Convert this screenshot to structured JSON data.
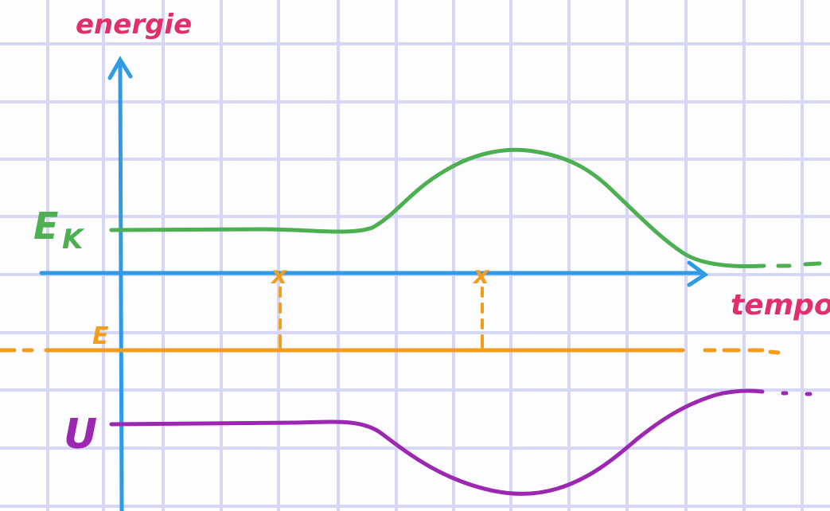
{
  "labels": {
    "y_axis": "energie",
    "x_axis": "tempo",
    "kinetic": "E",
    "kinetic_sub": "K",
    "total": "E",
    "potential": "U"
  },
  "colors": {
    "grid": "#d6d6f5",
    "axis": "#2f9ae6",
    "kinetic": "#4caf50",
    "total": "#f39c1e",
    "potential": "#9c27b0",
    "label": "#e0306b"
  },
  "markers": [
    "x",
    "x"
  ]
}
